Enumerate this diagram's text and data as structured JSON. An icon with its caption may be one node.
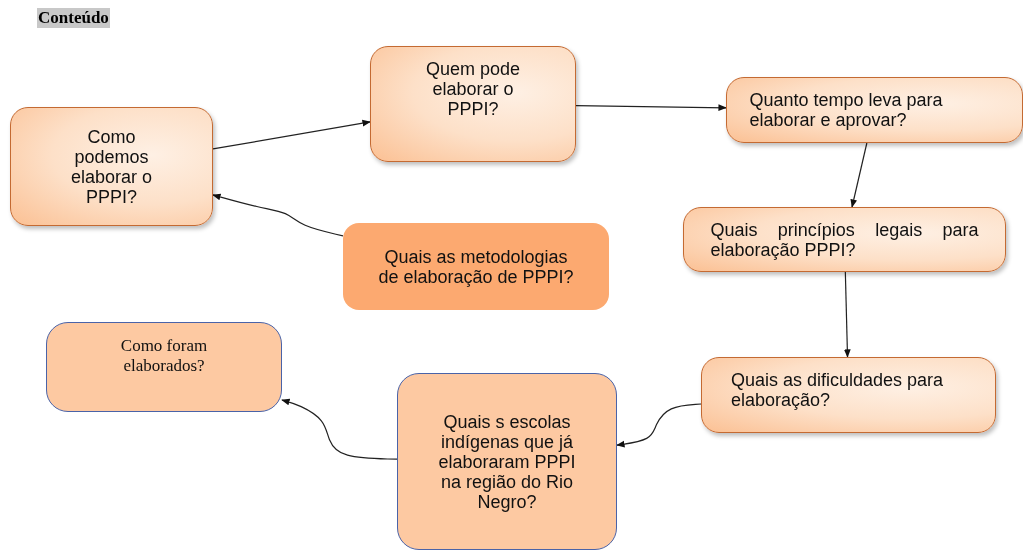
{
  "diagram": {
    "title": "Conteúdo",
    "nodes": [
      {
        "text": [
          "Como podemos elaborar o PPPI?"
        ]
      },
      {
        "text": [
          "Quem pode elaborar o PPPI?"
        ]
      },
      {
        "text": [
          "Quanto tempo leva para elaborar e aprovar?"
        ]
      },
      {
        "text": [
          "Quais princípios legais para elaboração PPPI?"
        ]
      },
      {
        "text": [
          "Quais as metodologias de elaboração de PPPI?"
        ]
      },
      {
        "text": [
          "Quais as dificuldades para elaboração?"
        ]
      },
      {
        "text": [
          "Quais s escolas indígenas que já elaboraram PPPI na região do Rio Negro?"
        ]
      },
      {
        "text": [
          "Como foram elaborados?"
        ]
      }
    ],
    "edges": [
      {
        "from": 0,
        "to": 1,
        "arrow": "to"
      },
      {
        "from": 1,
        "to": 2,
        "arrow": "to"
      },
      {
        "from": 2,
        "to": 3,
        "arrow": "to"
      },
      {
        "from": 3,
        "to": 5,
        "arrow": "to"
      },
      {
        "from": 5,
        "to": 6,
        "arrow": "to"
      },
      {
        "from": 6,
        "to": 7,
        "arrow": "to"
      },
      {
        "from": 4,
        "to": 0,
        "arrow": "to"
      }
    ]
  }
}
